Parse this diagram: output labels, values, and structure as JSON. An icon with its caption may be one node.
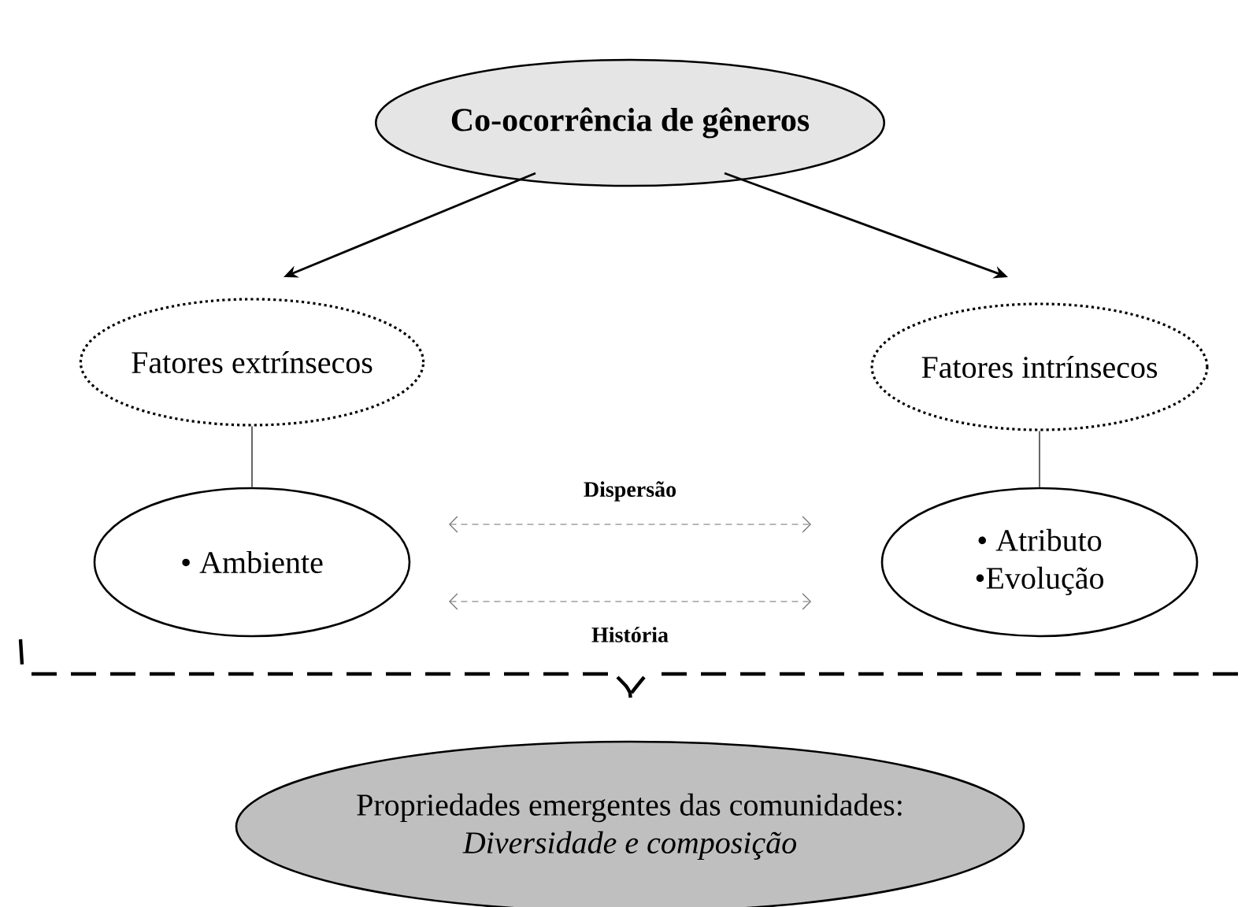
{
  "diagram": {
    "nodes": [
      {
        "text": [
          "Co-ocorrência de gêneros"
        ]
      },
      {
        "text": [
          "Fatores extrínsecos"
        ]
      },
      {
        "text": [
          "Fatores intrínsecos"
        ]
      },
      {
        "text": [
          "• Ambiente"
        ]
      },
      {
        "text": [
          "• Atributo",
          "•Evolução"
        ]
      },
      {
        "text": [
          "Propriedades emergentes das comunidades:",
          "Diversidade e composição"
        ]
      }
    ],
    "edges": [
      {
        "from": 0,
        "to": 1,
        "arrow": "to"
      },
      {
        "from": 0,
        "to": 2,
        "arrow": "to"
      },
      {
        "from": 1,
        "to": 3,
        "arrow": "none"
      },
      {
        "from": 2,
        "to": 4,
        "arrow": "none"
      },
      {
        "from": 3,
        "to": 4,
        "arrow": "both",
        "label": "Dispersão",
        "style": "dashed",
        "color": "#707070"
      },
      {
        "from": 3,
        "to": 4,
        "arrow": "both",
        "label": "História",
        "style": "dashed",
        "color": "#707070"
      }
    ]
  }
}
